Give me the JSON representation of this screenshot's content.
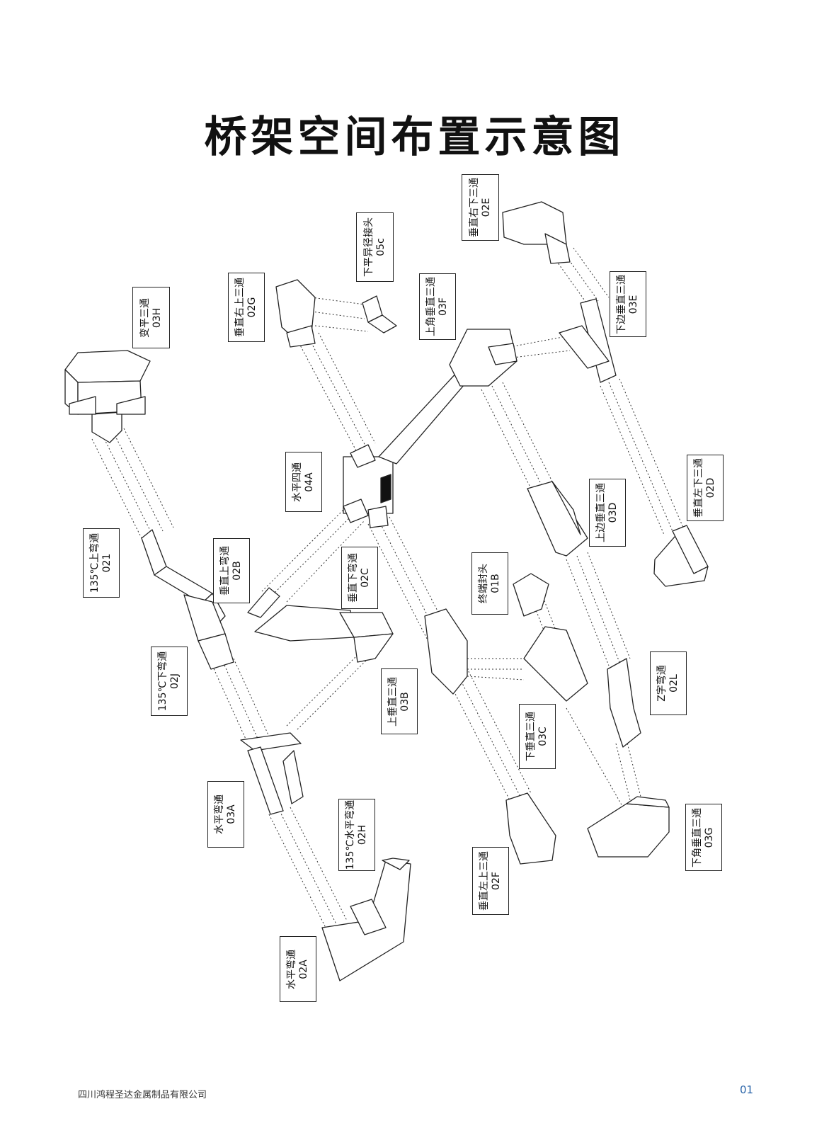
{
  "title": "桥架空间布置示意图",
  "labels": [
    {
      "id": "03H",
      "name": "变平三通",
      "code": "03H"
    },
    {
      "id": "02G",
      "name": "垂直右上三通",
      "code": "02G"
    },
    {
      "id": "05c",
      "name": "下平异径接头",
      "code": "05c"
    },
    {
      "id": "03F",
      "name": "上角垂直三通",
      "code": "03F"
    },
    {
      "id": "02E",
      "name": "垂直右下三通",
      "code": "02E"
    },
    {
      "id": "03E",
      "name": "下边垂直三通",
      "code": "03E"
    },
    {
      "id": "04A",
      "name": "水平四通",
      "code": "04A"
    },
    {
      "id": "02D",
      "name": "垂直左下三通",
      "code": "02D"
    },
    {
      "id": "03D",
      "name": "上边垂直三通",
      "code": "03D"
    },
    {
      "id": "021",
      "name": "135℃上弯通",
      "code": "021"
    },
    {
      "id": "02B",
      "name": "垂直上弯通",
      "code": "02B"
    },
    {
      "id": "02C",
      "name": "垂直下弯通",
      "code": "02C"
    },
    {
      "id": "01B",
      "name": "终端封头",
      "code": "01B"
    },
    {
      "id": "02J",
      "name": "135℃下弯通",
      "code": "02J"
    },
    {
      "id": "03B",
      "name": "上垂直三通",
      "code": "03B"
    },
    {
      "id": "02L",
      "name": "Z字弯通",
      "code": "02L"
    },
    {
      "id": "03C",
      "name": "下垂直三通",
      "code": "03C"
    },
    {
      "id": "03A",
      "name": "水平弯通",
      "code": "03A"
    },
    {
      "id": "02H",
      "name": "135℃水平弯通",
      "code": "02H"
    },
    {
      "id": "03G",
      "name": "下角垂直三通",
      "code": "03G"
    },
    {
      "id": "02F",
      "name": "垂直左上三通",
      "code": "02F"
    },
    {
      "id": "02A",
      "name": "水平弯通",
      "code": "02A"
    }
  ],
  "footer": {
    "company": "四川鸿程圣达金属制品有限公司",
    "page": "01"
  }
}
